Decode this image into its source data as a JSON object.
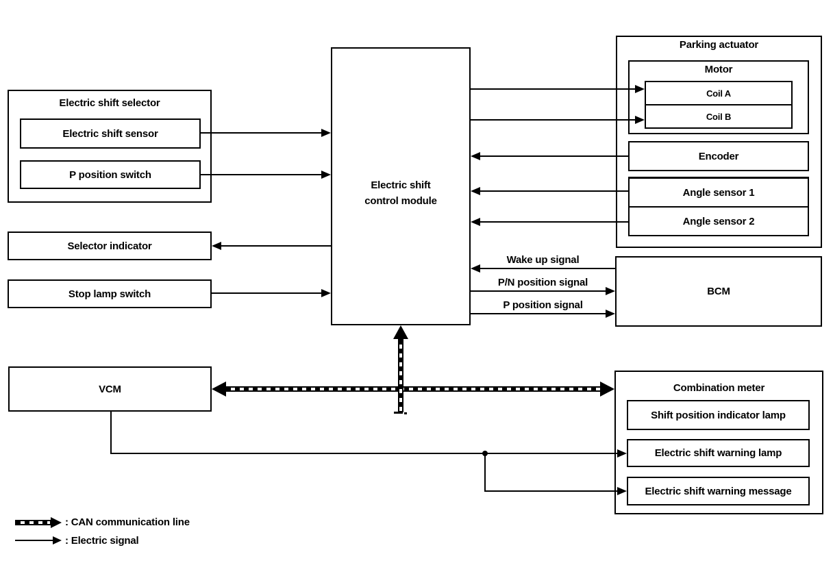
{
  "diagram": {
    "colors": {
      "line": "#000000",
      "background": "#ffffff"
    },
    "nodes": {
      "electric_shift_selector": "Electric shift selector",
      "electric_shift_sensor": "Electric shift sensor",
      "p_position_switch": "P position switch",
      "selector_indicator": "Selector indicator",
      "stop_lamp_switch": "Stop lamp switch",
      "vcm": "VCM",
      "control_module_line1": "Electric shift",
      "control_module_line2": "control module",
      "parking_actuator": "Parking actuator",
      "motor": "Motor",
      "coil_a": "Coil A",
      "coil_b": "Coil B",
      "encoder": "Encoder",
      "angle_sensor_1": "Angle sensor 1",
      "angle_sensor_2": "Angle sensor 2",
      "bcm": "BCM",
      "combination_meter": "Combination meter",
      "shift_position_indicator_lamp": "Shift position indicator lamp",
      "electric_shift_warning_lamp": "Electric shift warning lamp",
      "electric_shift_warning_message": "Electric shift warning message"
    },
    "signal_labels": {
      "wake_up": "Wake up signal",
      "pn_position": "P/N position signal",
      "p_position": "P position signal"
    },
    "legend": {
      "can": ": CAN communication line",
      "electric": ": Electric signal"
    }
  }
}
